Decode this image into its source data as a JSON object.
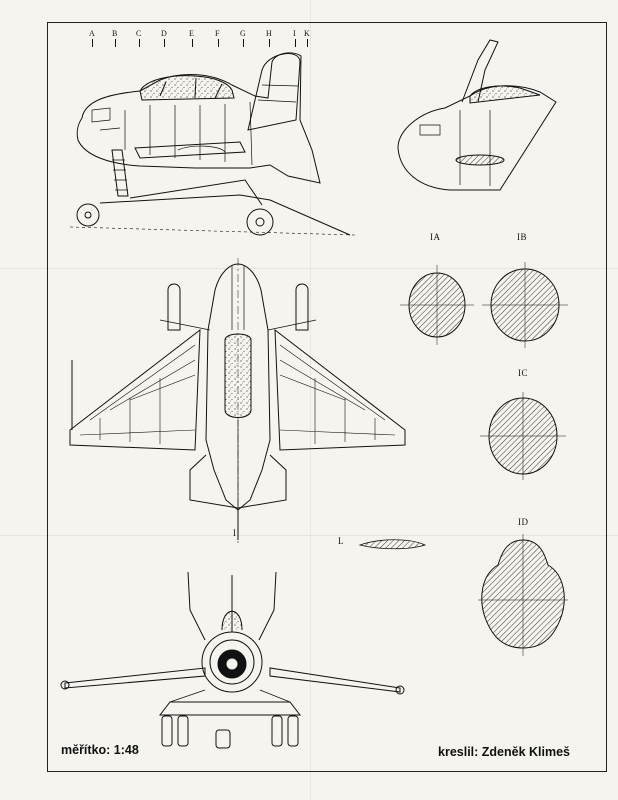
{
  "stations": [
    "A",
    "B",
    "C",
    "D",
    "E",
    "F",
    "G",
    "H",
    "I",
    "K"
  ],
  "sections": [
    "IA",
    "IB",
    "IC",
    "ID"
  ],
  "section_marker": "I",
  "wing_section_marker": "L",
  "scale_text": "měřítko: 1:48",
  "author_text": "kreslil: Zdeněk Klimeš"
}
